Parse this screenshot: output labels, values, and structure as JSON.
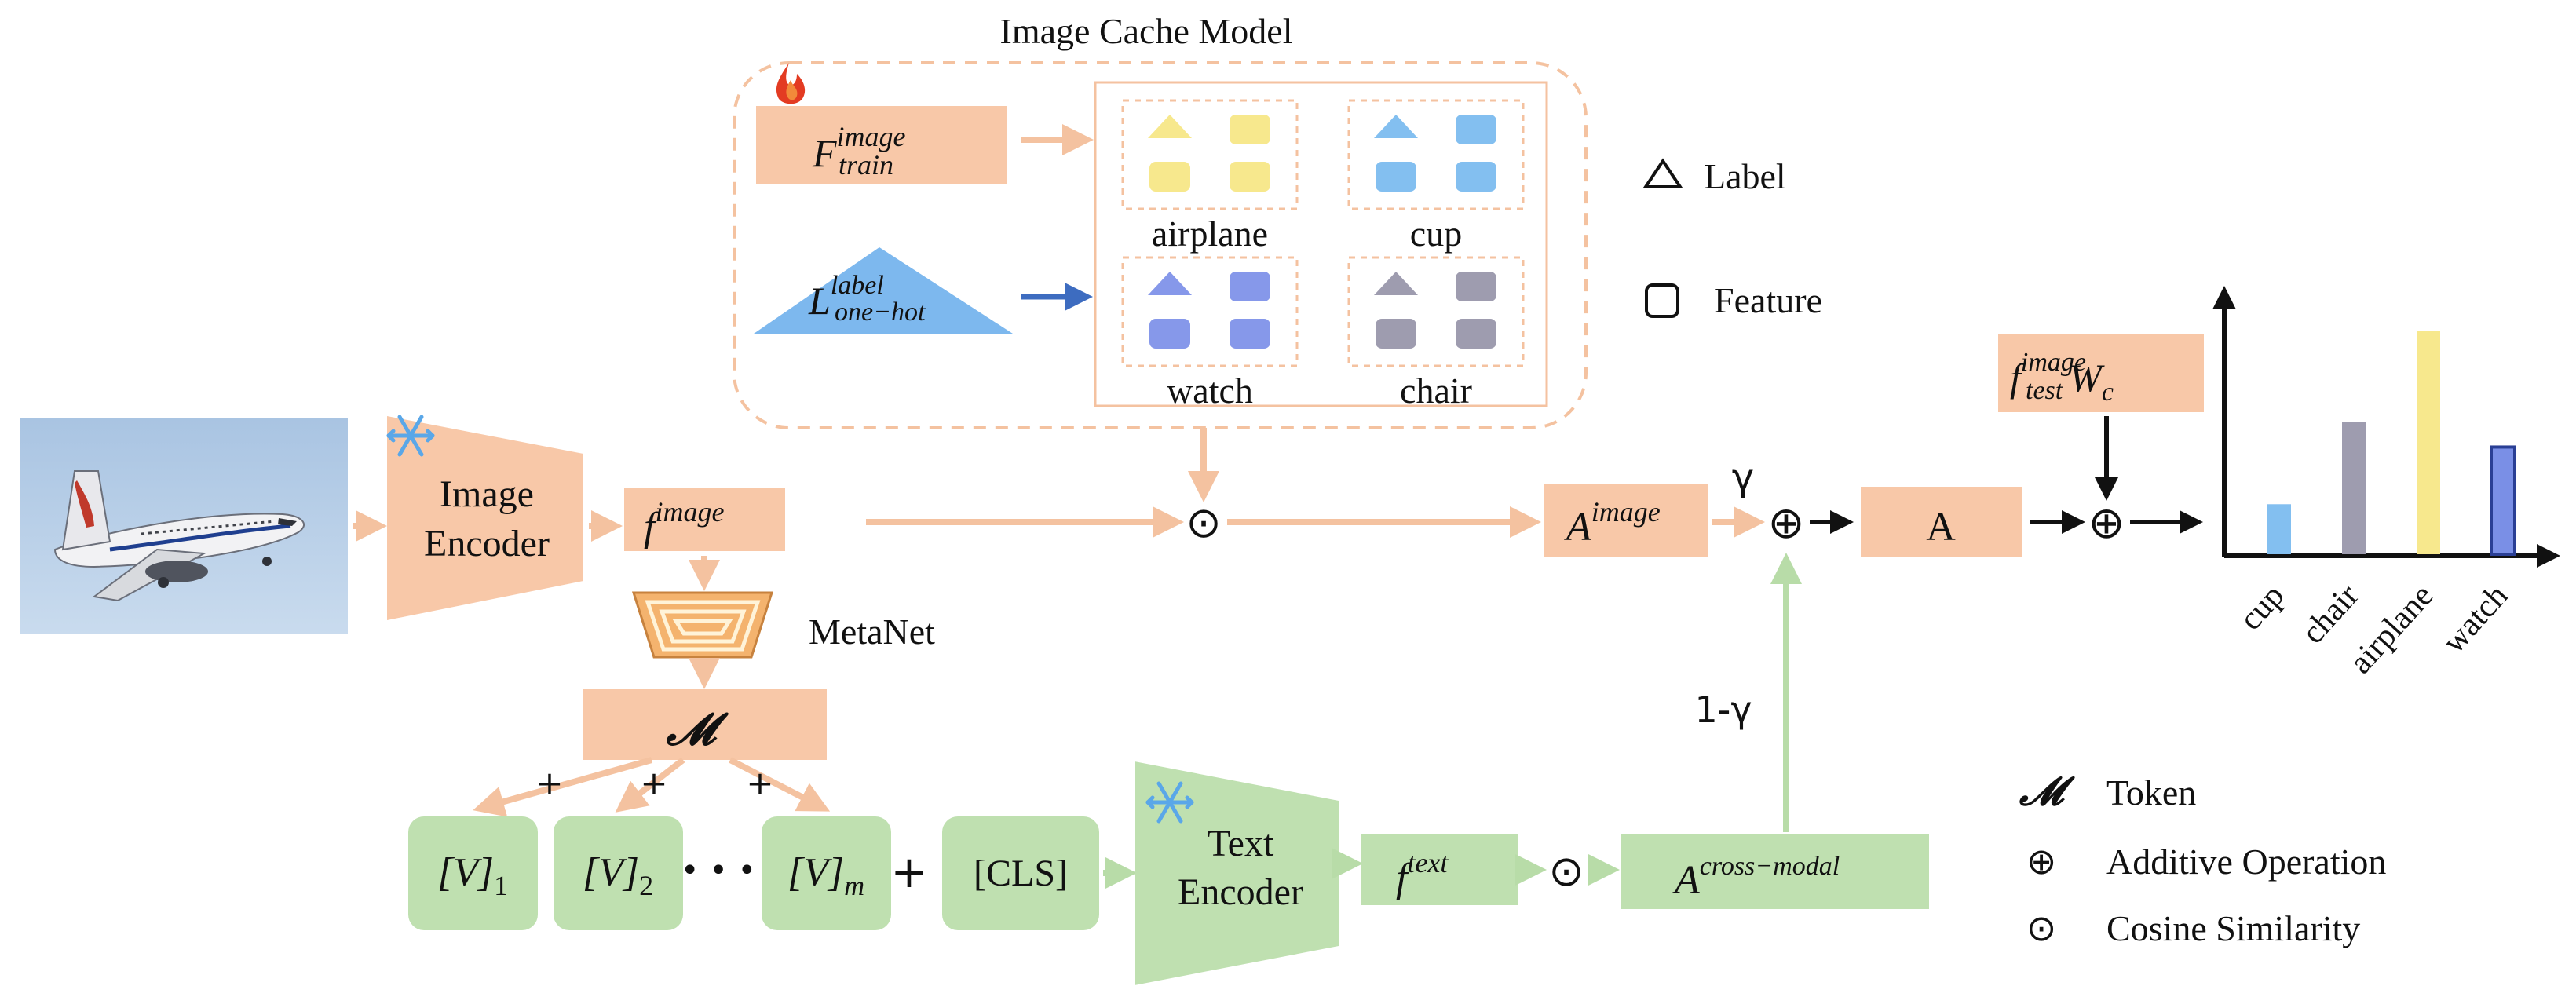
{
  "colors": {
    "peach": "#f8c8a8",
    "peach_arrow": "#f4c2a0",
    "green": "#bfe0b0",
    "green_arrow": "#b8dca8",
    "blue_triangle": "#7db8ee",
    "dark_blue_arrow": "#3d6cc0",
    "yellow": "#f7e88d",
    "light_blue": "#83bff0",
    "violet_blue": "#8698ea",
    "gray": "#9e9caf",
    "bar_cup": "#83bff0",
    "bar_chair": "#9e9caf",
    "bar_airplane": "#f7e88d",
    "bar_watch": "#7a8fe6",
    "text": "#111111"
  },
  "icons": {
    "flame": "flame-icon",
    "snowflake": "snowflake-icon",
    "airplane_photo": "airplane-photo-icon",
    "metanet": "metanet-icon"
  },
  "cache": {
    "title": "Image Cache Model",
    "f_train": {
      "base": "F",
      "sup": "image",
      "sub": "train"
    },
    "l_onehot": {
      "base": "L",
      "sup": "label",
      "sub": "one−hot"
    },
    "groups": [
      {
        "label": "airplane",
        "color": "#f7e88d"
      },
      {
        "label": "cup",
        "color": "#83bff0"
      },
      {
        "label": "watch",
        "color": "#8698ea"
      },
      {
        "label": "chair",
        "color": "#9e9caf"
      }
    ]
  },
  "legend_top": {
    "label": "Label",
    "feature": "Feature"
  },
  "image_encoder": {
    "line1": "Image",
    "line2": "Encoder"
  },
  "f_image": {
    "base": "f",
    "sup": "image"
  },
  "metanet_label": "MetaNet",
  "m_token": "𝓜",
  "plus": "+",
  "prompt_tokens": [
    {
      "bracket": "[V]",
      "sub": "1"
    },
    {
      "bracket": "[V]",
      "sub": "2"
    },
    {
      "bracket": "[V]",
      "sub": "m"
    }
  ],
  "dots": "• • •",
  "cls_token": "[CLS]",
  "text_encoder": {
    "line1": "Text",
    "line2": "Encoder"
  },
  "f_text": {
    "base": "f",
    "sup": "text"
  },
  "a_cross": {
    "base": "A",
    "sup": "cross−modal"
  },
  "a_image": {
    "base": "A",
    "sup": "image"
  },
  "gamma": "γ",
  "one_minus_gamma": "1-γ",
  "a_box": "A",
  "f_test": {
    "base": "f",
    "sup": "image",
    "sub": "test",
    "tail": "W",
    "tail_sub": "c"
  },
  "op_plus": "⊕",
  "op_dot": "⊙",
  "chart_data": {
    "type": "bar",
    "categories": [
      "cup",
      "chair",
      "airplane",
      "watch"
    ],
    "values": [
      0.28,
      0.74,
      1.25,
      0.6
    ],
    "ylim": [
      0,
      1.45
    ],
    "colors": [
      "#83bff0",
      "#9e9caf",
      "#f7e88d",
      "#7a8fe6"
    ]
  },
  "legend_bottom": [
    {
      "symbol": "𝓜",
      "text": "Token"
    },
    {
      "symbol": "⊕",
      "text": "Additive Operation"
    },
    {
      "symbol": "⊙",
      "text": "Cosine Similarity"
    }
  ]
}
